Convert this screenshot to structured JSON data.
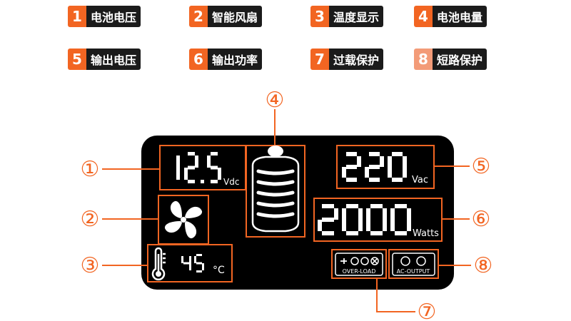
{
  "legend": [
    {
      "num": "1",
      "label": "电池电压"
    },
    {
      "num": "2",
      "label": "智能风扇"
    },
    {
      "num": "3",
      "label": "温度显示"
    },
    {
      "num": "4",
      "label": "电池电量"
    },
    {
      "num": "5",
      "label": "输出电压"
    },
    {
      "num": "6",
      "label": "输出功率"
    },
    {
      "num": "7",
      "label": "过载保护"
    },
    {
      "num": "8",
      "label": "短路保护"
    }
  ],
  "display": {
    "battery_voltage": {
      "value": "12.5",
      "unit": "Vdc"
    },
    "temperature": {
      "value": "45",
      "unit": "°C"
    },
    "output_voltage": {
      "value": "220",
      "unit": "Vac"
    },
    "output_power": {
      "value": "2000",
      "unit": "Watts"
    },
    "battery_bars": 5,
    "overload_label": "OVER-LOAD",
    "ac_output_label": "AC-OUTPUT"
  },
  "callouts": [
    "①",
    "②",
    "③",
    "④",
    "⑤",
    "⑥",
    "⑦",
    "⑧"
  ],
  "colors": {
    "accent": "#f26522",
    "panel": "#000000"
  }
}
